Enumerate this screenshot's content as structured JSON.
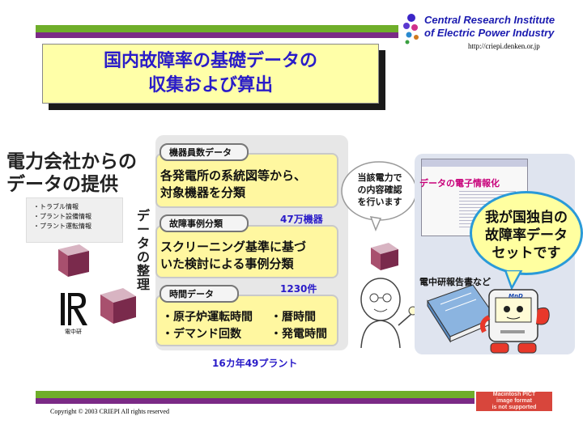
{
  "header": {
    "org_line1": "Central Research Institute",
    "org_line2": "of Electric Power Industry",
    "url": "http://criepi.denken.or.jp"
  },
  "title": {
    "line1": "国内故障率の基礎データの",
    "line2": "収集および算出"
  },
  "left": {
    "heading_line1": "電力会社からの",
    "heading_line2": "データの提供",
    "list": [
      "・トラブル情報",
      "・プラント設備情報",
      "・プラント運転情報"
    ],
    "logo_caption": "電中研"
  },
  "vertical_label": [
    "デ",
    "ー",
    "タ",
    "の",
    "整",
    "理"
  ],
  "sections": [
    {
      "tab": "機器員数データ",
      "lines": [
        "各発電所の系統図等から、",
        "対象機器を分類"
      ]
    },
    {
      "tab": "故障事例分類",
      "lines": [
        "スクリーニング基準に基づ",
        "いた検討による事例分類"
      ]
    },
    {
      "tab": "時間データ",
      "cols": [
        [
          "・原子炉運転時間",
          "・デマンド回数"
        ],
        [
          "・暦時間",
          "・発電時間"
        ]
      ]
    }
  ],
  "counts": {
    "equipment": "47万機器",
    "cases": "1230件",
    "plants": "16カ年49プラント"
  },
  "bubble_left": [
    "当該電力で",
    "の内容確認",
    "を行います"
  ],
  "right": {
    "screen_title": "データの電子情報化",
    "book_caption": "電中研報告書など",
    "bubble": [
      "我が国独自の",
      "故障率データ",
      "セットです"
    ],
    "mac_label": "MnD"
  },
  "placeholder": [
    "Macintosh PICT",
    "image format",
    "is not supported"
  ],
  "footer": {
    "copyright": "Copyright © 2003 CRIEPI All rights reserved"
  },
  "colors": {
    "accent_green": "#6fae2a",
    "accent_purple": "#7b2a86",
    "title_text": "#2a1cc8",
    "title_fill": "#ffffa8",
    "note_fill": "#fff7a0"
  }
}
